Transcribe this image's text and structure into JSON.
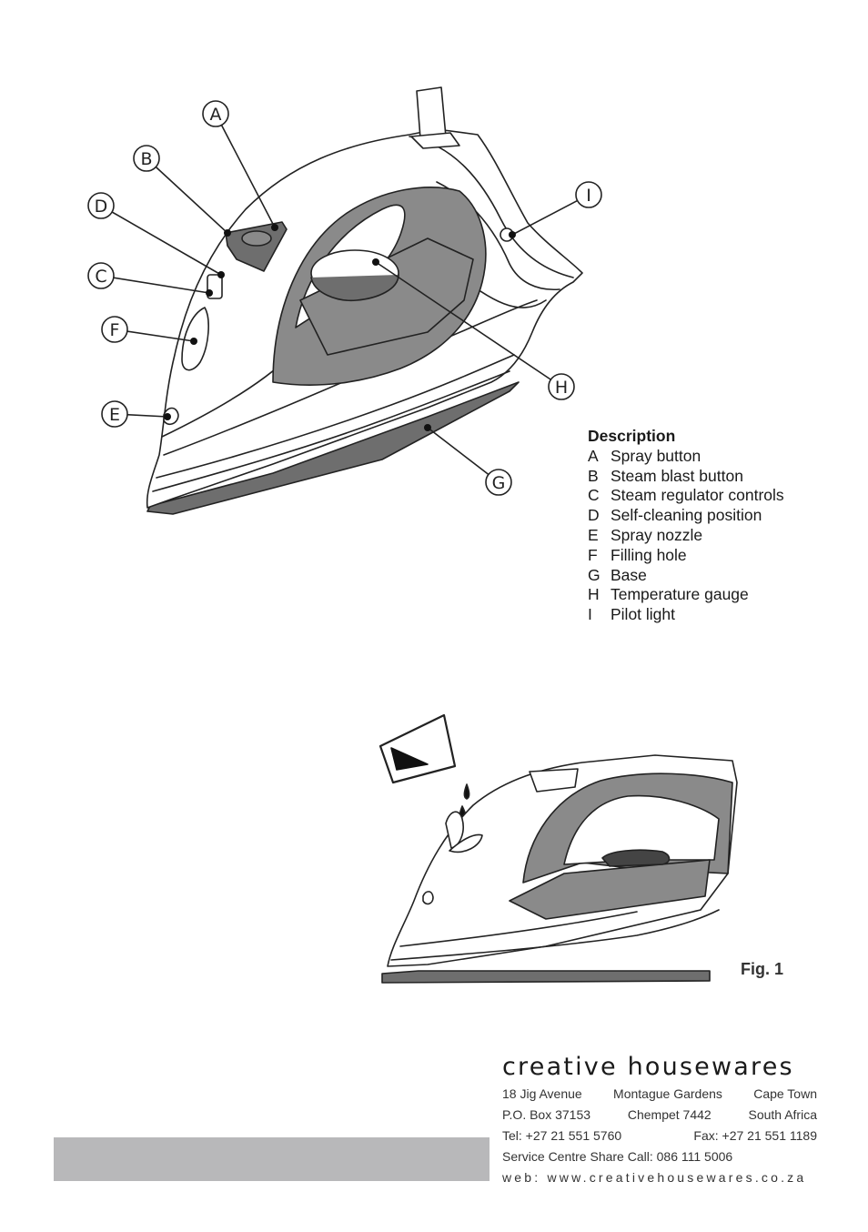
{
  "diagram": {
    "callouts": [
      "A",
      "B",
      "C",
      "D",
      "E",
      "F",
      "G",
      "H",
      "I"
    ]
  },
  "description": {
    "heading": "Description",
    "items": [
      {
        "letter": "A",
        "label": "Spray button"
      },
      {
        "letter": "B",
        "label": "Steam blast button"
      },
      {
        "letter": "C",
        "label": "Steam regulator controls"
      },
      {
        "letter": "D",
        "label": "Self-cleaning position"
      },
      {
        "letter": "E",
        "label": "Spray nozzle"
      },
      {
        "letter": "F",
        "label": "Filling hole"
      },
      {
        "letter": "G",
        "label": "Base"
      },
      {
        "letter": "H",
        "label": "Temperature gauge"
      },
      {
        "letter": "I",
        "label": "Pilot light"
      }
    ]
  },
  "figure2": {
    "caption": "Fig. 1"
  },
  "footer": {
    "brand": "creative housewares",
    "address_lines": [
      [
        "18 Jig Avenue",
        "Montague Gardens",
        "Cape Town"
      ],
      [
        "P.O. Box 37153",
        "Chempet 7442",
        "South Africa"
      ],
      [
        "Tel: +27 21 551 5760",
        "Fax: +27 21 551 1189"
      ],
      [
        "Service Centre Share Call: 086 111 5006"
      ]
    ],
    "web": "web: www.creativehousewares.co.za"
  },
  "colors": {
    "fill_dark": "#6e6e6e",
    "fill_mid": "#8a8a8a",
    "bar": "#b8b8ba",
    "line": "#222222"
  }
}
